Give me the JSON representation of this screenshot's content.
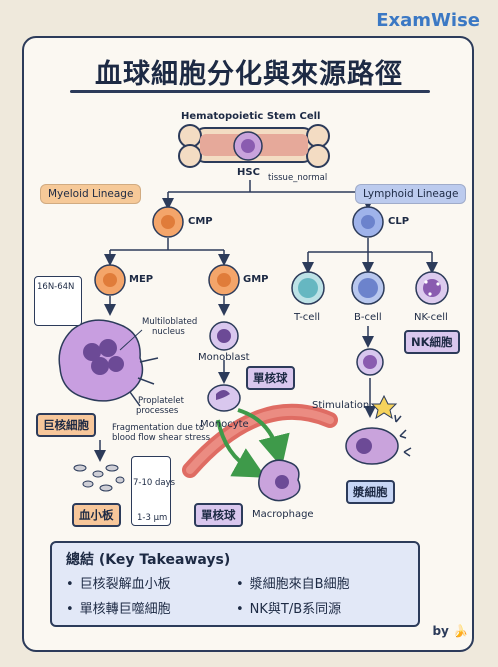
{
  "brand": "ExamWise",
  "title": "血球細胞分化與來源路徑",
  "hsc": {
    "heading": "Hematopoietic Stem Cell",
    "label": "HSC",
    "tissue": "tissue_normal"
  },
  "lineages": {
    "myeloid": "Myeloid Lineage",
    "lymphoid": "Lymphoid Lineage"
  },
  "cells": {
    "cmp": "CMP",
    "clp": "CLP",
    "mep": "MEP",
    "gmp": "GMP",
    "tcell": "T-cell",
    "bcell": "B-cell",
    "nkcell": "NK-cell",
    "monoblast": "Monoblast",
    "monocyte": "Monocyte",
    "macrophage": "Macrophage",
    "stimulation": "Stimulation"
  },
  "megakaryocyte": {
    "ploidy": "16N-64N",
    "nucleus_line1": "Multiloblated",
    "nucleus_line2": "nucleus",
    "proplatelet_line1": "Proplatelet",
    "proplatelet_line2": "processes",
    "fragment_line1": "Fragmentation due to",
    "fragment_line2": "blood flow shear stress"
  },
  "platelet_info": {
    "lifespan": "7-10 days",
    "size": "1-3 μm"
  },
  "chinese_labels": {
    "megakaryocyte": "巨核細胞",
    "platelet": "血小板",
    "monocyte_top": "單核球",
    "monocyte_bottom": "單核球",
    "nk": "NK細胞",
    "plasma": "漿細胞"
  },
  "takeaways": {
    "title": "總結 (Key Takeaways)",
    "items": [
      "巨核裂解血小板",
      "漿細胞來自B細胞",
      "單核轉巨噬細胞",
      "NK與T/B系同源"
    ]
  },
  "footer": "by 🍌",
  "colors": {
    "navy": "#2c3b5a",
    "orange": "#f7c79b",
    "purple": "#d9c7ee",
    "blue": "#c7d6f5",
    "accent": "#3b78c4"
  }
}
